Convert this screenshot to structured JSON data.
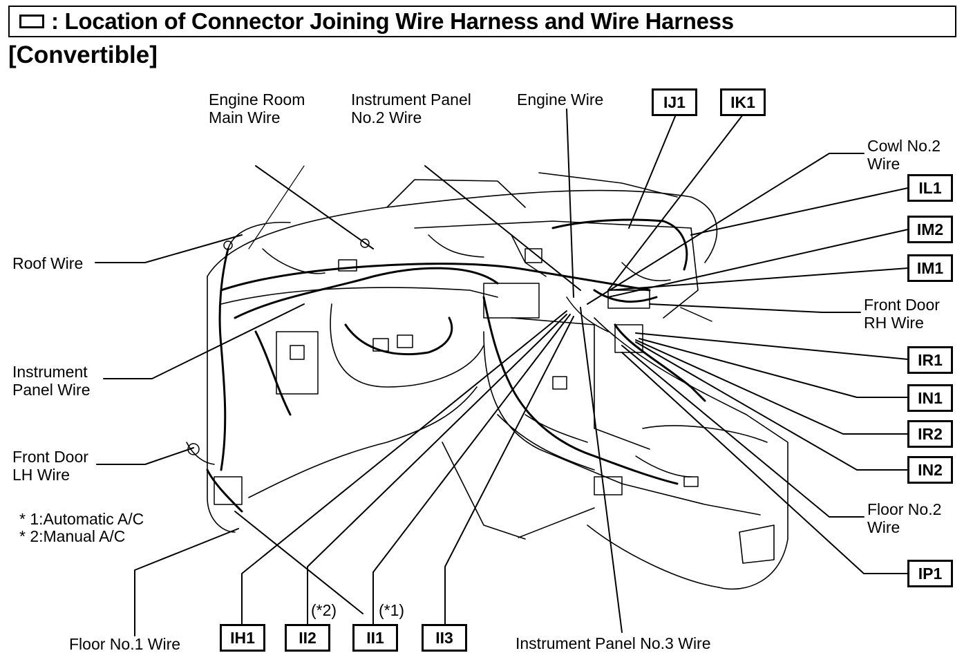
{
  "header": {
    "title": ": Location of Connector Joining Wire Harness and Wire Harness",
    "subtitle": "[Convertible]"
  },
  "labels": {
    "engine_room_main_wire": [
      "Engine Room",
      "Main Wire"
    ],
    "instrument_panel_no2_wire": [
      "Instrument Panel",
      "No.2 Wire"
    ],
    "engine_wire": [
      "Engine Wire"
    ],
    "cowl_no2_wire": [
      "Cowl No.2",
      "Wire"
    ],
    "roof_wire": [
      "Roof Wire"
    ],
    "front_door_rh_wire": [
      "Front Door",
      "RH Wire"
    ],
    "instrument_panel_wire": [
      "Instrument",
      "Panel Wire"
    ],
    "front_door_lh_wire": [
      "Front Door",
      "LH Wire"
    ],
    "floor_no2_wire": [
      "Floor No.2",
      "Wire"
    ],
    "floor_no1_wire": [
      "Floor No.1 Wire"
    ],
    "instrument_panel_no3_wire": [
      "Instrument Panel No.3 Wire"
    ]
  },
  "connectors": {
    "ij1": "IJ1",
    "ik1": "IK1",
    "il1": "IL1",
    "im2": "IM2",
    "im1": "IM1",
    "ir1": "IR1",
    "in1": "IN1",
    "ir2": "IR2",
    "in2": "IN2",
    "ip1": "IP1",
    "ih1": "IH1",
    "ii2": "II2",
    "ii1": "II1",
    "ii3": "II3"
  },
  "footnotes": {
    "note1": "* 1:Automatic A/C",
    "note2": "* 2:Manual A/C",
    "mark_ii2": "(*2)",
    "mark_ii1": "(*1)"
  }
}
